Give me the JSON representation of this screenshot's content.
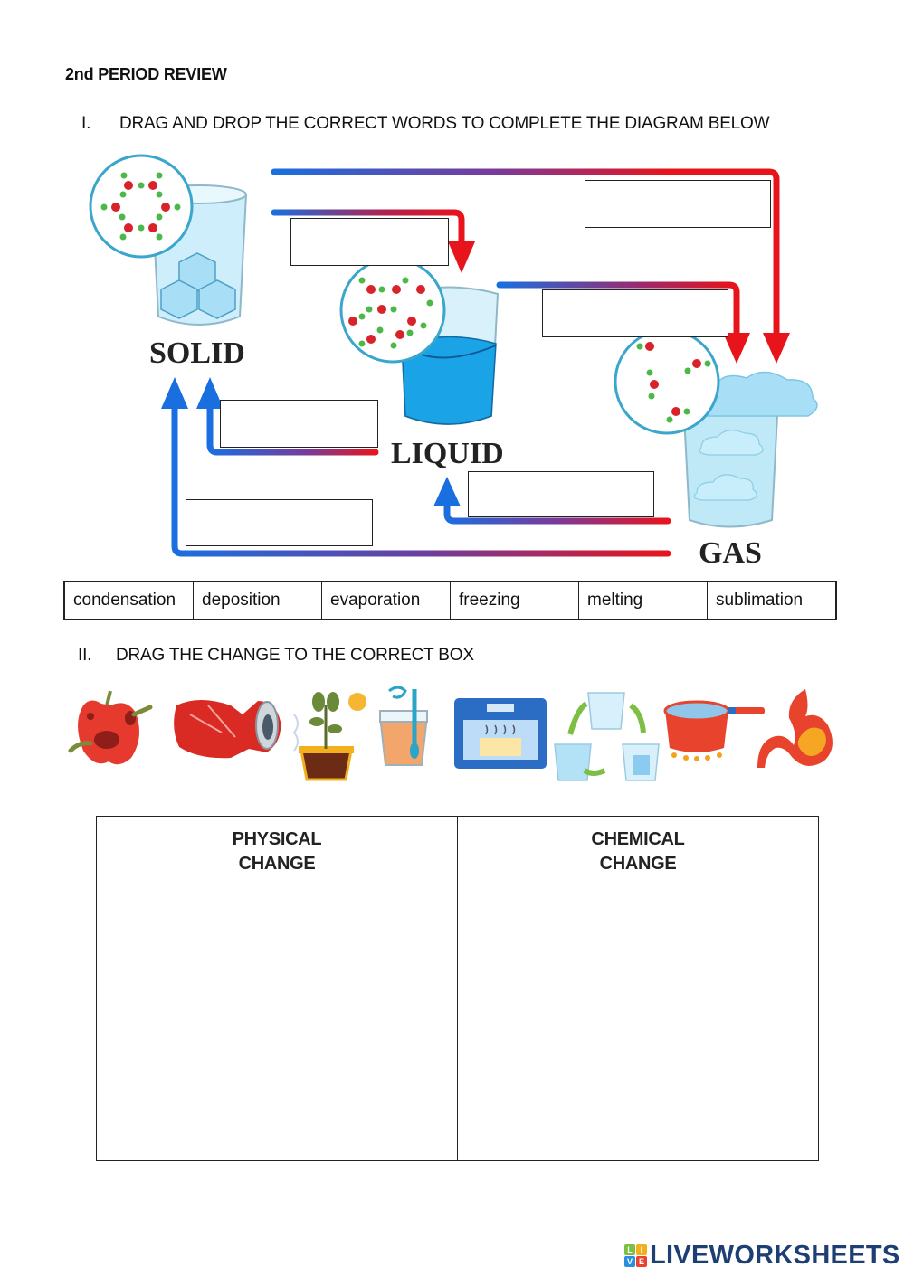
{
  "header": {
    "title": "2nd PERIOD REVIEW"
  },
  "section1": {
    "number": "I.",
    "instruction": "DRAG AND DROP THE CORRECT WORDS TO COMPLETE THE DIAGRAM BELOW",
    "states": {
      "solid": "SOLID",
      "liquid": "LIQUID",
      "gas": "GAS"
    },
    "drop_boxes": [
      {
        "id": "solid-to-gas",
        "value": ""
      },
      {
        "id": "solid-to-liquid",
        "value": ""
      },
      {
        "id": "liquid-to-gas",
        "value": ""
      },
      {
        "id": "liquid-to-solid",
        "value": ""
      },
      {
        "id": "gas-to-liquid",
        "value": ""
      },
      {
        "id": "gas-to-solid",
        "value": ""
      }
    ],
    "word_bank": [
      "condensation",
      "deposition",
      "evaporation",
      "freezing",
      "melting",
      "sublimation"
    ],
    "colors": {
      "cold": "#1a6fe0",
      "hot": "#e8141b",
      "glass": "#bfe9f7",
      "water": "#1ba3e8"
    }
  },
  "section2": {
    "number": "II.",
    "instruction": "DRAG THE CHANGE TO THE CORRECT BOX",
    "cards": [
      {
        "icon": "rotten-apple-icon"
      },
      {
        "icon": "crushed-can-icon"
      },
      {
        "icon": "plant-photosynthesis-icon"
      },
      {
        "icon": "dissolving-drink-icon"
      },
      {
        "icon": "baking-cake-oven-icon"
      },
      {
        "icon": "water-cycle-glasses-icon"
      },
      {
        "icon": "boiling-pot-icon"
      },
      {
        "icon": "stomach-digestion-icon"
      }
    ],
    "columns": [
      {
        "line1": "PHYSICAL",
        "line2": "CHANGE"
      },
      {
        "line1": "CHEMICAL",
        "line2": "CHANGE"
      }
    ]
  },
  "footer": {
    "logo_letters": [
      "L",
      "I",
      "V",
      "E"
    ],
    "brand": "LIVEWORKSHEETS"
  }
}
